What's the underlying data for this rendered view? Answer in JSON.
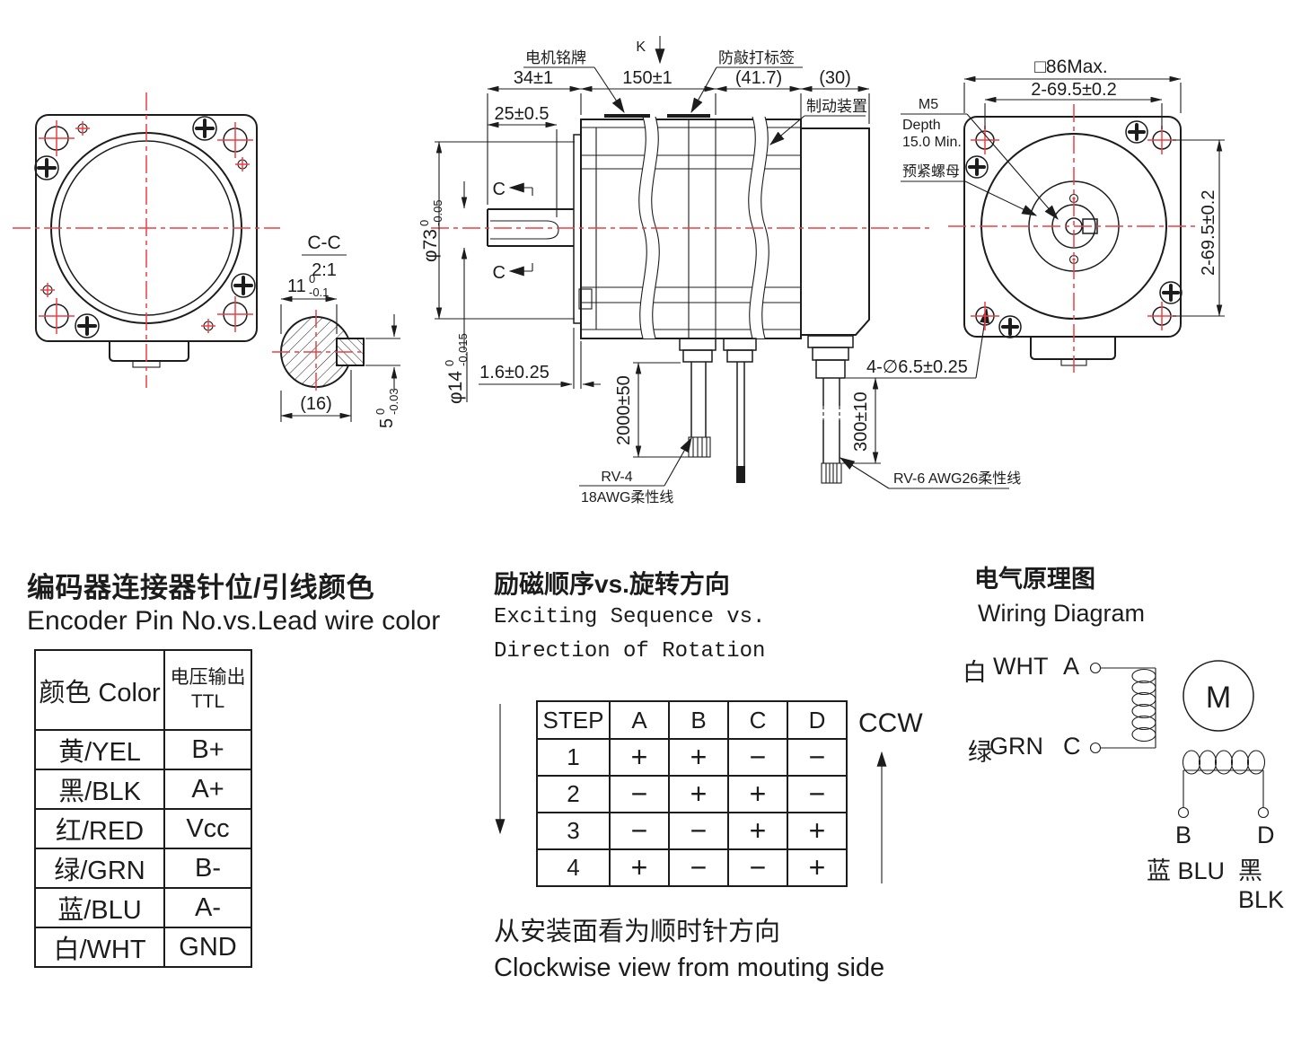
{
  "colors": {
    "line": "#1c1c1c",
    "centerline_red": "#ef3e42",
    "background": "#ffffff"
  },
  "section_view": {
    "title": "C-C",
    "scale": "2:1",
    "dim_key_width": "11",
    "dim_key_width_tol_up": "0",
    "dim_key_width_tol_dn": "-0.1",
    "dim_overall": "(16)",
    "dim_key_height": "5",
    "dim_key_height_tol_up": "0",
    "dim_key_height_tol_dn": "-0.03"
  },
  "side_view": {
    "nameplate_label": "电机铭牌",
    "k_mark": "K",
    "anti_knock_label": "防敲打标签",
    "brake_label": "制动装置",
    "dim_shaft": "34±1",
    "dim_body": "150±1",
    "dim_encoder": "(41.7)",
    "dim_brake": "(30)",
    "dim_keyway": "25±0.5",
    "dim_pilot": "φ73",
    "dim_pilot_tol_up": "0",
    "dim_pilot_tol_dn": "-0.05",
    "dim_shaft_dia": "φ14",
    "dim_shaft_dia_tol_up": "0",
    "dim_shaft_dia_tol_dn": "-0.015",
    "dim_flange_thk": "1.6±0.25",
    "section_mark_top": "C",
    "section_mark_bottom": "C",
    "dim_lead_main": "2000±50",
    "dim_lead_brake": "300±10",
    "lead_main_line1": "RV-4",
    "lead_main_line2": "18AWG柔性线",
    "lead_brake_label": "RV-6 AWG26柔性线"
  },
  "rear_view": {
    "dim_square": "□86Max.",
    "dim_holes_h": "2-69.5±0.2",
    "dim_holes_v": "2-69.5±0.2",
    "tap_line1": "M5",
    "tap_line2": "Depth",
    "tap_line3": "15.0 Min.",
    "nut_label": "预紧螺母",
    "dim_hole_dia": "4-∅6.5±0.25"
  },
  "encoder": {
    "title_cn": "编码器连接器针位/引线颜色",
    "title_en": "Encoder Pin No.vs.Lead wire color",
    "col_color": "颜色 Color",
    "col_out_line1": "电压输出",
    "col_out_line2": "TTL",
    "rows": [
      [
        "黄/YEL",
        "B+"
      ],
      [
        "黑/BLK",
        "A+"
      ],
      [
        "红/RED",
        "Vcc"
      ],
      [
        "绿/GRN",
        "B-"
      ],
      [
        "蓝/BLU",
        "A-"
      ],
      [
        "白/WHT",
        "GND"
      ]
    ]
  },
  "sequence": {
    "title_cn": "励磁顺序vs.旋转方向",
    "title_en_line1": "Exciting Sequence vs.",
    "title_en_line2": "Direction of Rotation",
    "headers": [
      "STEP",
      "A",
      "B",
      "C",
      "D"
    ],
    "rows": [
      [
        "1",
        "+",
        "+",
        "−",
        "−"
      ],
      [
        "2",
        "−",
        "+",
        "+",
        "−"
      ],
      [
        "3",
        "−",
        "−",
        "+",
        "+"
      ],
      [
        "4",
        "+",
        "−",
        "−",
        "+"
      ]
    ],
    "ccw_label": "CCW",
    "note_cn": "从安装面看为顺时针方向",
    "note_en": "Clockwise view from mouting side"
  },
  "wiring": {
    "title_cn": "电气原理图",
    "title_en": "Wiring Diagram",
    "phase_a_cn": "白",
    "phase_a_en": "WHT",
    "phase_a_pin": "A",
    "phase_c_cn": "绿",
    "phase_c_en": "GRN",
    "phase_c_pin": "C",
    "motor_label": "M",
    "pin_b": "B",
    "pin_d": "D",
    "pin_b_color": "蓝 BLU",
    "pin_d_color": "黑 BLK"
  }
}
